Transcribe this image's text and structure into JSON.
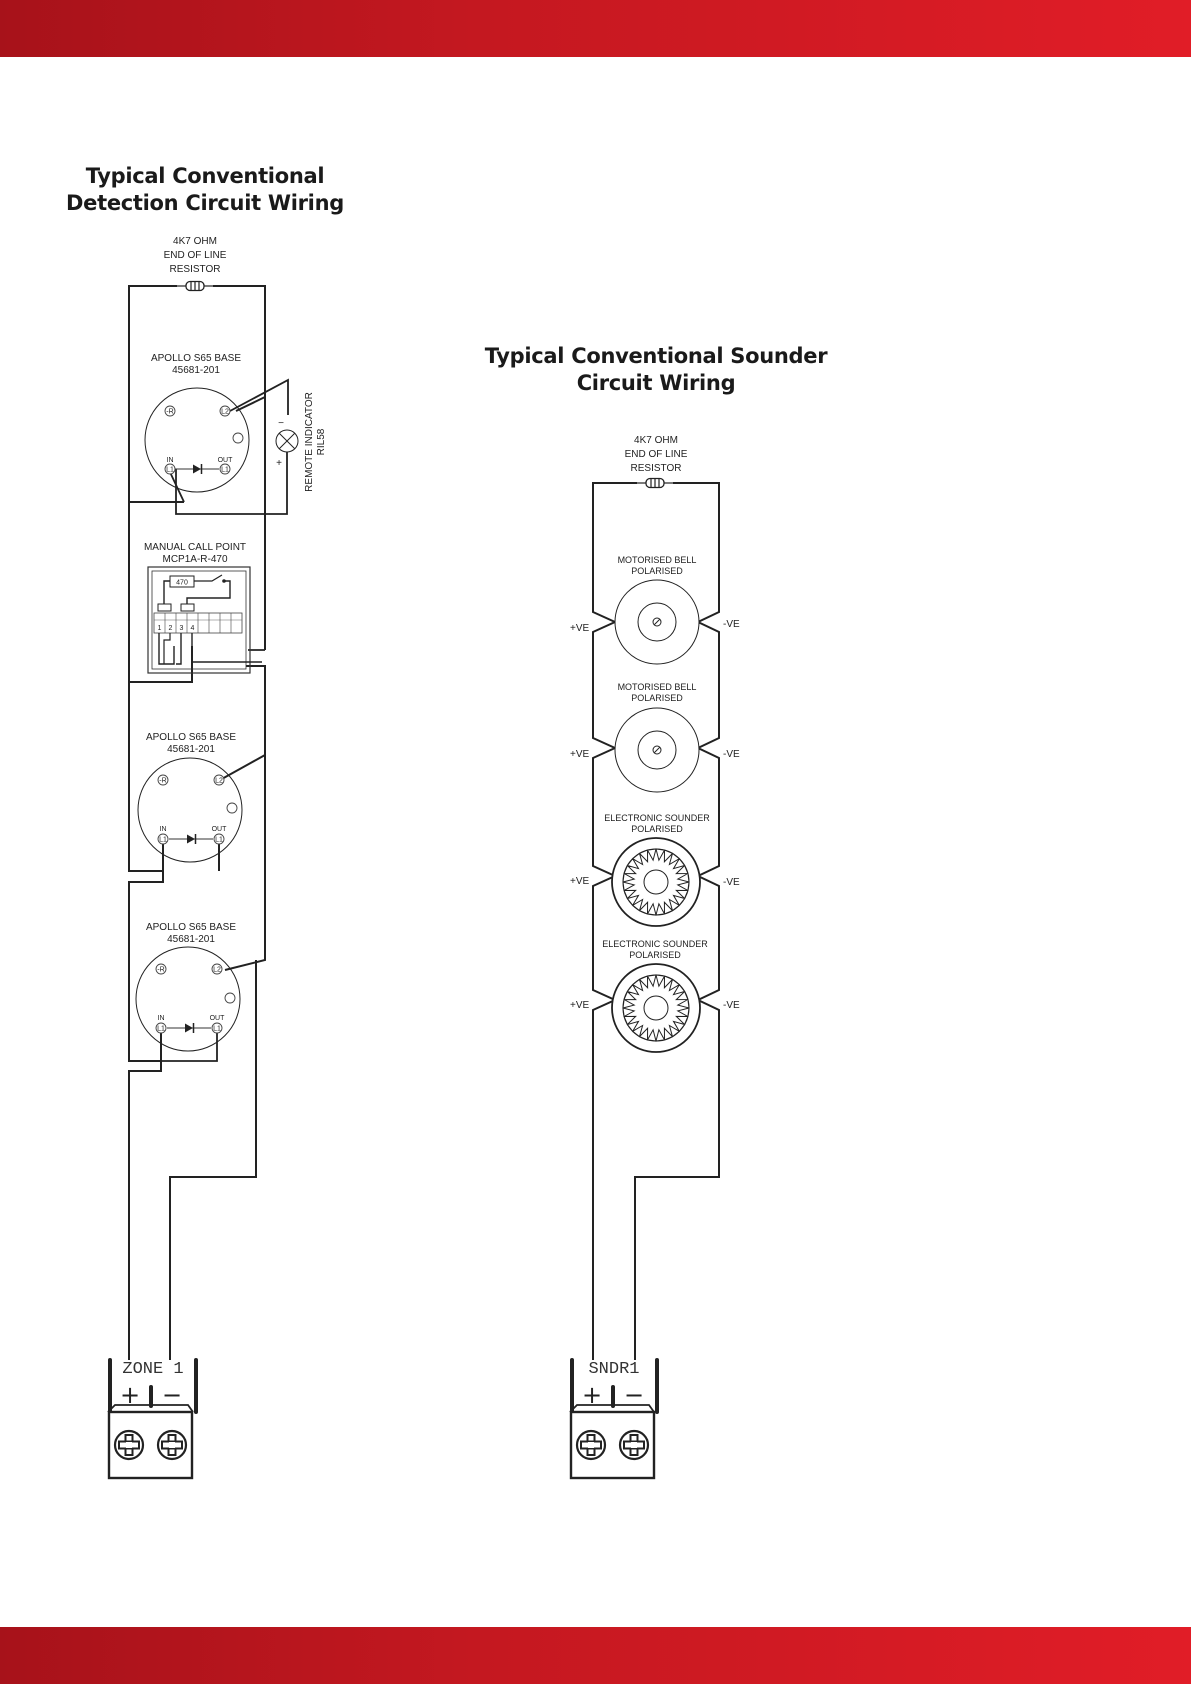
{
  "header_color": "#c41820",
  "detection": {
    "title_line1": "Typical Conventional",
    "title_line2": "Detection Circuit Wiring",
    "eol": [
      "4K7 OHM",
      "END OF LINE",
      "RESISTOR"
    ],
    "base_name": "APOLLO S65 BASE",
    "base_part": "45681-201",
    "remote_indicator": [
      "REMOTE INDICATOR",
      "RIL58"
    ],
    "mcp_name": "MANUAL CALL POINT",
    "mcp_part": "MCP1A-R-470",
    "mcp_resistor": "470",
    "mcp_terminals": [
      "1",
      "2",
      "3",
      "4"
    ],
    "pin_in": "IN",
    "pin_out": "OUT",
    "pin_l1": "L1",
    "pin_l2": "L2",
    "pin_r": "-R",
    "plus": "+",
    "minus": "−",
    "terminal_label": "ZONE 1"
  },
  "sounder": {
    "title_line1": "Typical Conventional Sounder",
    "title_line2": "Circuit Wiring",
    "eol": [
      "4K7 OHM",
      "END OF LINE",
      "RESISTOR"
    ],
    "devices": [
      {
        "line1": "MOTORISED BELL",
        "line2": "POLARISED",
        "type": "bell"
      },
      {
        "line1": "MOTORISED BELL",
        "line2": "POLARISED",
        "type": "bell"
      },
      {
        "line1": "ELECTRONIC SOUNDER",
        "line2": "POLARISED",
        "type": "electronic"
      },
      {
        "line1": "ELECTRONIC SOUNDER",
        "line2": "POLARISED",
        "type": "electronic"
      }
    ],
    "pos_label": "+VE",
    "neg_label": "-VE",
    "plus": "+",
    "minus": "−",
    "terminal_label": "SNDR1"
  }
}
